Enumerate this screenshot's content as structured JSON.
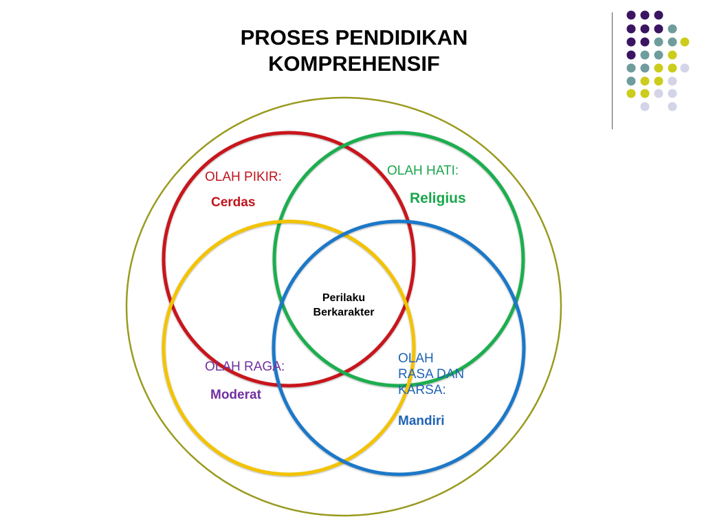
{
  "title": {
    "line1": "PROSES PENDIDIKAN",
    "line2": "KOMPREHENSIF"
  },
  "center": {
    "line1": "Perilaku",
    "line2": "Berkarakter"
  },
  "circles": {
    "pikir": {
      "heading": "OLAH PIKIR:",
      "value": "Cerdas",
      "color": "#c0141c"
    },
    "hati": {
      "heading": "OLAH HATI:",
      "value": "Religius",
      "color": "#19a64b"
    },
    "raga": {
      "heading": "OLAH RAGA:",
      "value": "Moderat",
      "color": "#7030a0"
    },
    "rasa": {
      "heading_line1": "OLAH",
      "heading_line2": "RASA DAN",
      "heading_line3": "KARSA:",
      "value": "Mandiri",
      "color": "#1e63b5"
    }
  },
  "ring_colors": {
    "outer": "#9a9a20",
    "pikir": "#c8141c",
    "hati": "#1fae50",
    "raga": "#f3c300",
    "rasa": "#1a78c8"
  },
  "decor_dot_colors": {
    "purple": "#3b1462",
    "teal": "#6f9c9c",
    "yellow": "#cccc1c",
    "lavender": "#d4d4e8"
  }
}
